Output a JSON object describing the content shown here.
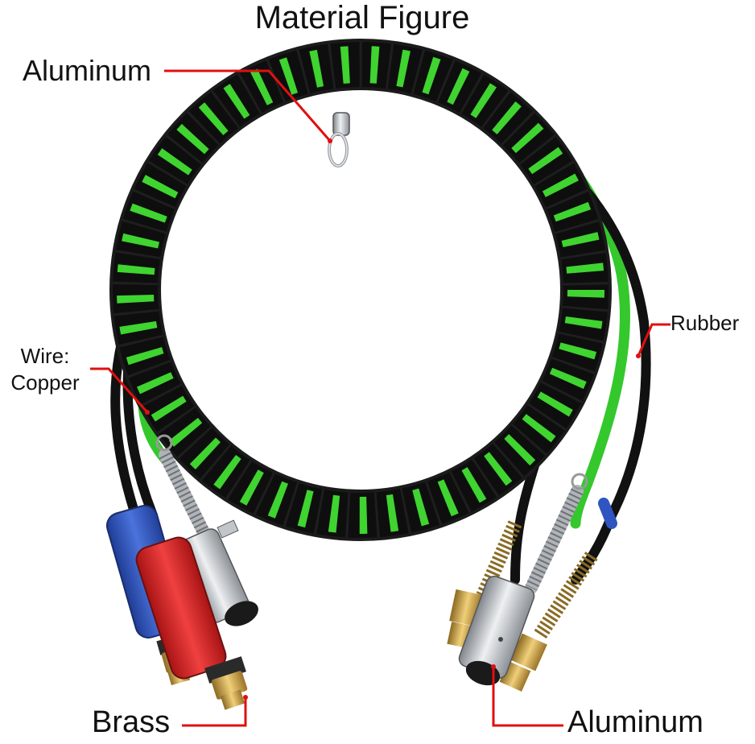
{
  "title": "Material Figure",
  "labels": {
    "aluminum_top": "Aluminum",
    "rubber": "Rubber",
    "wire_line1": "Wire:",
    "wire_line2": "Copper",
    "brass": "Brass",
    "aluminum_bottom": "Aluminum"
  },
  "colors": {
    "leader": "#e01010",
    "coil_black": "#111111",
    "stripe_green": "#3fd430",
    "hose_green": "#34c82c",
    "handle_blue": "#2f55c0",
    "handle_red": "#d92020",
    "metal_silver": "#b9bdc2",
    "brass": "#c9a043"
  },
  "icons": [
    "spring-hook-icon",
    "gladhand-blue-icon",
    "gladhand-red-icon",
    "plug-connector-icon"
  ]
}
